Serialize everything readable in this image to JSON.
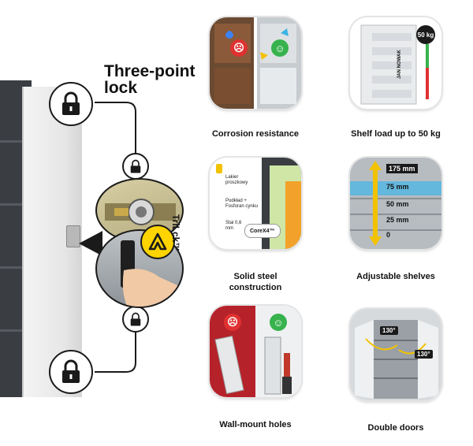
{
  "heading": {
    "line1": "Three-point",
    "line2": "lock"
  },
  "trilock": {
    "label": "TriLck™"
  },
  "features": [
    {
      "label": "Corrosion resistance"
    },
    {
      "label": "Shelf load up to 50 kg"
    },
    {
      "label_line1": "Solid steel",
      "label_line2": "construction"
    },
    {
      "label": "Adjustable shelves"
    },
    {
      "label": "Wall-mount holes"
    },
    {
      "label": "Double doors"
    }
  ],
  "shelf_load": {
    "badge": "50 kg",
    "brand_text": "JAN NOWAK"
  },
  "solid_steel": {
    "layer1": "Lakier proszkowy",
    "layer2": "Podkład + Fosforan cynku",
    "layer3": "Stal 0,6 mm",
    "corex_label": "CoreX4™"
  },
  "adjustable": {
    "measures": [
      "175 mm",
      "75 mm",
      "50 mm",
      "25 mm",
      "0"
    ]
  },
  "double_doors": {
    "angle_left": "130°",
    "angle_right": "130°"
  },
  "colors": {
    "accent_yellow": "#ffd400",
    "dark": "#1a1a1a",
    "sad_red": "#e03131",
    "happy_green": "#37b24d"
  }
}
